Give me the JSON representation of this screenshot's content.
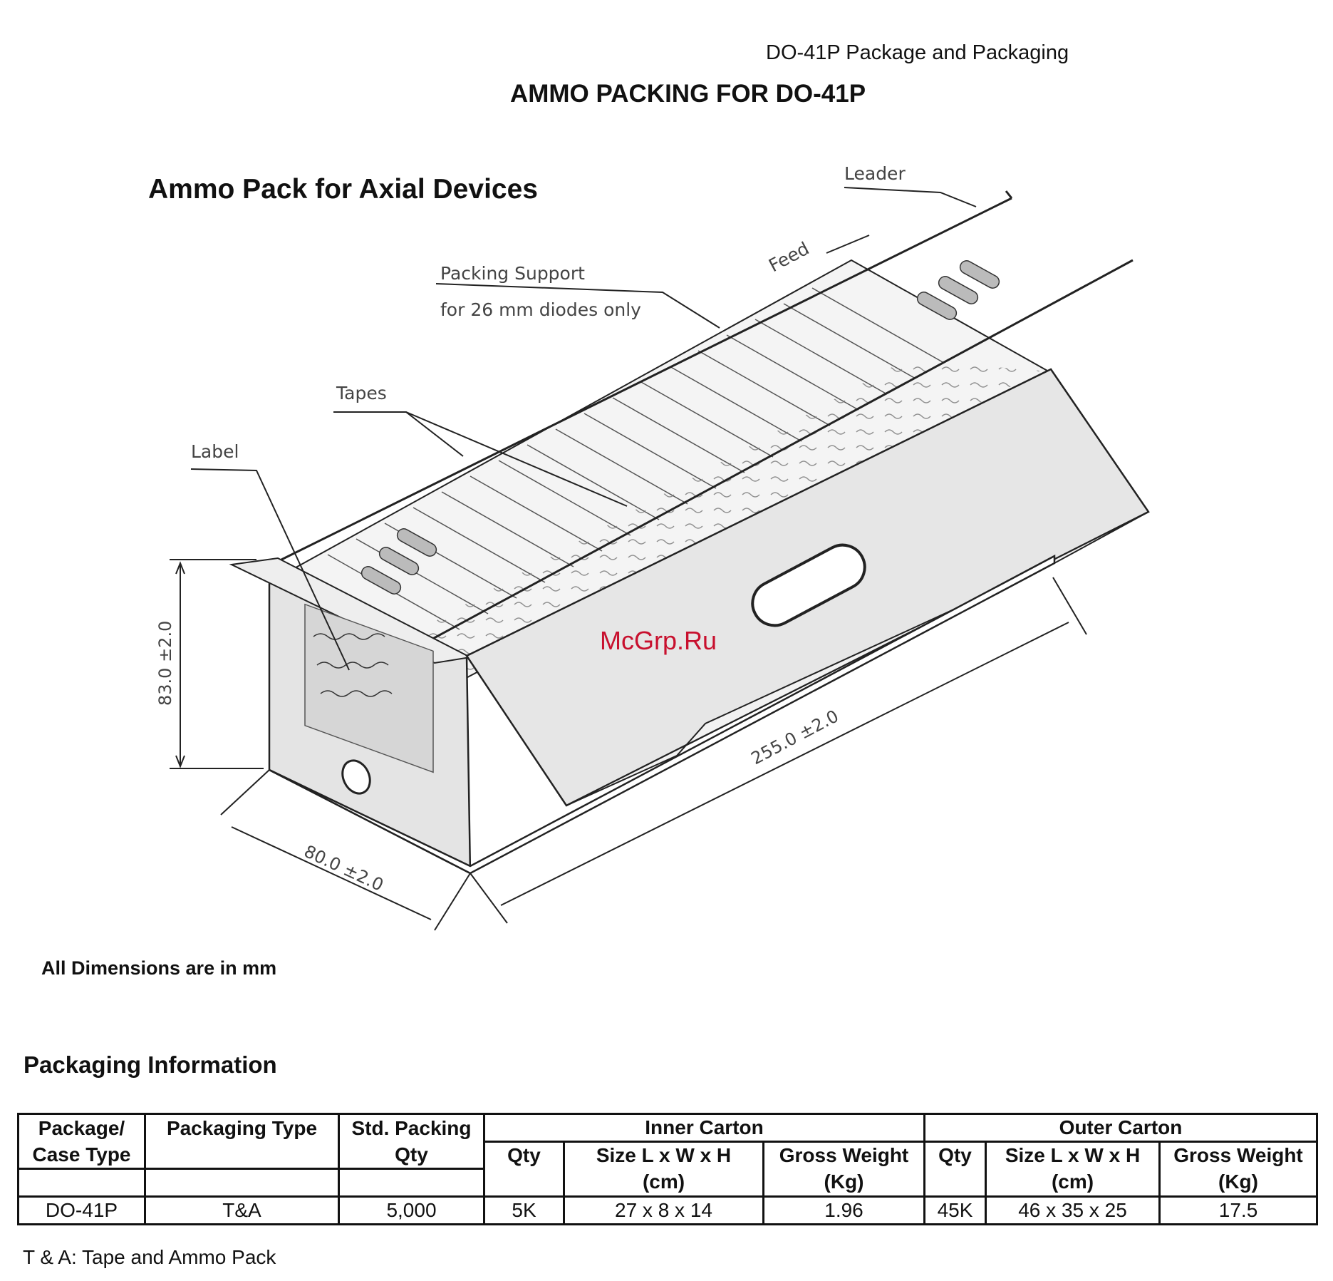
{
  "header": {
    "doc_label": "DO-41P Package and Packaging",
    "title": "AMMO PACKING FOR DO-41P"
  },
  "drawing": {
    "title": "Ammo Pack for Axial Devices",
    "labels": {
      "leader": "Leader",
      "feed": "Feed",
      "packing_support_1": "Packing Support",
      "packing_support_2": "for 26 mm diodes only",
      "tapes": "Tapes",
      "label": "Label"
    },
    "dimensions": {
      "height": "83.0 ±2.0",
      "width": "80.0 ±2.0",
      "length": "255.0 ±2.0"
    },
    "note": "All Dimensions are in mm"
  },
  "packaging": {
    "title": "Packaging Information",
    "header_row1": [
      "Package/",
      "Packaging Type",
      "Std. Packing",
      "Inner Carton",
      "Outer Carton"
    ],
    "header_row2": [
      "Case Type",
      "",
      "Qty",
      "Qty",
      "Size L x W x H",
      "Gross Weight",
      "Qty",
      "Size L x W x H",
      "Gross Weight"
    ],
    "header_row3": [
      "",
      "",
      "",
      "",
      "(cm)",
      "(Kg)",
      "",
      "(cm)",
      "(Kg)"
    ],
    "rows": [
      [
        "DO-41P",
        "T&A",
        "5,000",
        "5K",
        "27 x 8 x 14",
        "1.96",
        "45K",
        "46 x 35 x 25",
        "17.5"
      ]
    ]
  },
  "footnote": "T & A: Tape and Ammo Pack",
  "watermark": "McGrp.Ru",
  "colors": {
    "box_fill": "#e4e4e4",
    "watermark": "#c8102e",
    "line": "#222222"
  }
}
